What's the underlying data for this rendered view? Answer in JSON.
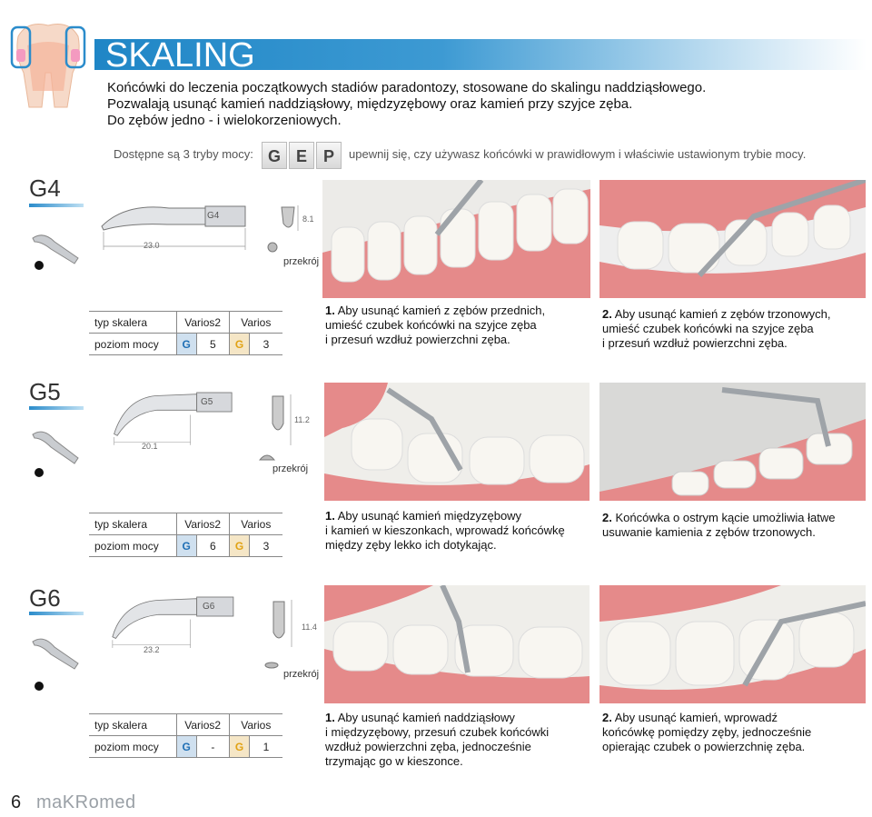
{
  "header": {
    "title": "SKALING",
    "intro_lines": [
      "Końcówki do leczenia początkowych stadiów paradontozy, stosowane do skalingu naddziąsłowego.",
      "Pozwalają usunąć kamień naddziąsłowy, międzyzębowy oraz kamień przy szyjce zęba.",
      "Do zębów jedno - i wielokorzeniowych."
    ],
    "modes_label": "Dostępne są 3 tryby mocy:",
    "modes": [
      "G",
      "E",
      "P"
    ],
    "modes_note": "upewnij się, czy używasz końcówki w prawidłowym i właściwie ustawionym trybie mocy."
  },
  "sections": [
    {
      "name": "G4",
      "tip_label": "G4",
      "length": "23.0",
      "height": "8.1",
      "cross_label": "przekrój",
      "table": {
        "row1_label": "typ skalera",
        "col1": "Varios2",
        "col2": "Varios",
        "row2_label": "poziom mocy",
        "g1": "G",
        "v1": "5",
        "g2": "G",
        "v2": "3"
      },
      "caption1_num": "1.",
      "caption1_lines": [
        " Aby usunąć kamień z zębów przednich,",
        "umieść czubek końcówki na szyjce zęba",
        "i przesuń wzdłuż powierzchni zęba."
      ],
      "caption2_num": "2.",
      "caption2_lines": [
        " Aby usunąć kamień z zębów trzonowych,",
        "umieść czubek końcówki na szyjce zęba",
        "i przesuń wzdłuż powierzchni zęba."
      ]
    },
    {
      "name": "G5",
      "tip_label": "G5",
      "length": "20.1",
      "height": "11.2",
      "cross_label": "przekrój",
      "table": {
        "row1_label": "typ skalera",
        "col1": "Varios2",
        "col2": "Varios",
        "row2_label": "poziom mocy",
        "g1": "G",
        "v1": "6",
        "g2": "G",
        "v2": "3"
      },
      "caption1_num": "1.",
      "caption1_lines": [
        " Aby usunąć kamień międzyzębowy",
        "i kamień w kieszonkach, wprowadź końcówkę",
        "między zęby lekko ich dotykając."
      ],
      "caption2_num": "2.",
      "caption2_lines": [
        " Końcówka o ostrym kącie umożliwia łatwe",
        "usuwanie kamienia z zębów trzonowych."
      ]
    },
    {
      "name": "G6",
      "tip_label": "G6",
      "length": "23.2",
      "height": "11.4",
      "cross_label": "przekrój",
      "table": {
        "row1_label": "typ skalera",
        "col1": "Varios2",
        "col2": "Varios",
        "row2_label": "poziom mocy",
        "g1": "G",
        "v1": "-",
        "g2": "G",
        "v2": "1"
      },
      "caption1_num": "1.",
      "caption1_lines": [
        " Aby usunąć kamień naddziąsłowy",
        "i międzyzębowy, przesuń czubek końcówki",
        "wzdłuż powierzchni zęba, jednocześnie",
        "trzymając go w kieszonce."
      ],
      "caption2_num": "2.",
      "caption2_lines": [
        " Aby usunąć kamień, wprowadź",
        "końcówkę pomiędzy zęby, jednocześnie",
        "opierając czubek o powierzchnię zęba."
      ]
    }
  ],
  "footer": {
    "page_number": "6",
    "brand": "maKRomed"
  },
  "colors": {
    "accent_blue": "#1f86c6",
    "mode_g_blue": "#1f6fb5",
    "mode_g_gold": "#e1a214",
    "gum": "#e98a8a",
    "tooth": "#f7f5f0"
  }
}
